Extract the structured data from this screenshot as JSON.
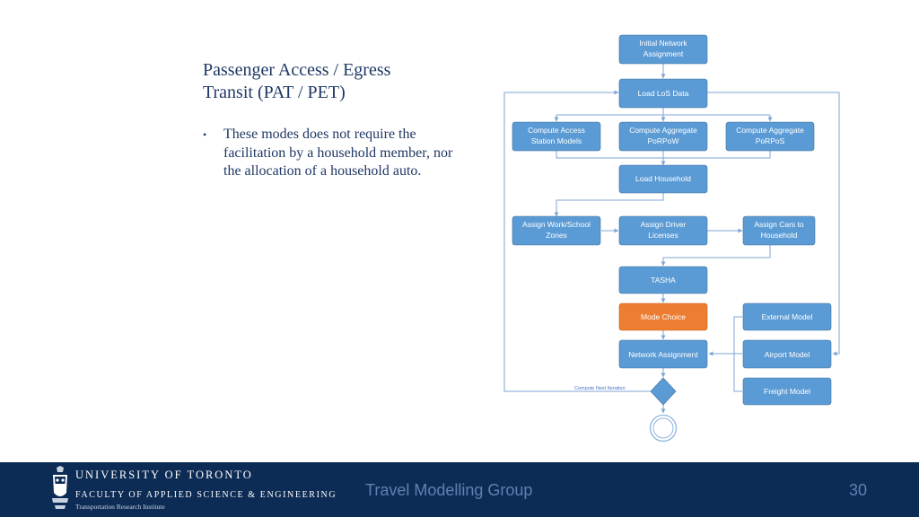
{
  "slide": {
    "title_line1": "Passenger Access / Egress",
    "title_line2": "Transit (PAT / PET)",
    "bullet_marker": "•",
    "bullet_text": "These modes does not require the facilitation by a household member, nor the allocation of a household auto."
  },
  "flowchart": {
    "nodes": [
      {
        "id": "initial",
        "lines": [
          "Initial Network",
          "Assignment"
        ]
      },
      {
        "id": "load-los",
        "lines": [
          "Load LoS Data"
        ]
      },
      {
        "id": "access-station",
        "lines": [
          "Compute Access",
          "Station Models"
        ]
      },
      {
        "id": "porpow",
        "lines": [
          "Compute Aggregate",
          "PoRPoW"
        ]
      },
      {
        "id": "porpos",
        "lines": [
          "Compute Aggregate",
          "PoRPoS"
        ]
      },
      {
        "id": "load-household",
        "lines": [
          "Load Household"
        ]
      },
      {
        "id": "work-school",
        "lines": [
          "Assign Work/School",
          "Zones"
        ]
      },
      {
        "id": "driver-licenses",
        "lines": [
          "Assign Driver",
          "Licenses"
        ]
      },
      {
        "id": "cars-household",
        "lines": [
          "Assign Cars to",
          "Household"
        ]
      },
      {
        "id": "tasha",
        "lines": [
          "TASHA"
        ]
      },
      {
        "id": "mode-choice",
        "lines": [
          "Mode Choice"
        ]
      },
      {
        "id": "external",
        "lines": [
          "External Model"
        ]
      },
      {
        "id": "network-assignment",
        "lines": [
          "Network Assignment"
        ]
      },
      {
        "id": "airport",
        "lines": [
          "Airport Model"
        ]
      },
      {
        "id": "freight",
        "lines": [
          "Freight Model"
        ]
      }
    ],
    "loop_label": "Compute Next Iteration",
    "highlight_color": "#ed7d31",
    "node_color": "#5b9bd5"
  },
  "footer": {
    "university": "UNIVERSITY OF TORONTO",
    "faculty": "FACULTY OF APPLIED SCIENCE & ENGINEERING",
    "institute": "Transportation Research Institute",
    "group": "Travel Modelling Group",
    "page": "30"
  }
}
